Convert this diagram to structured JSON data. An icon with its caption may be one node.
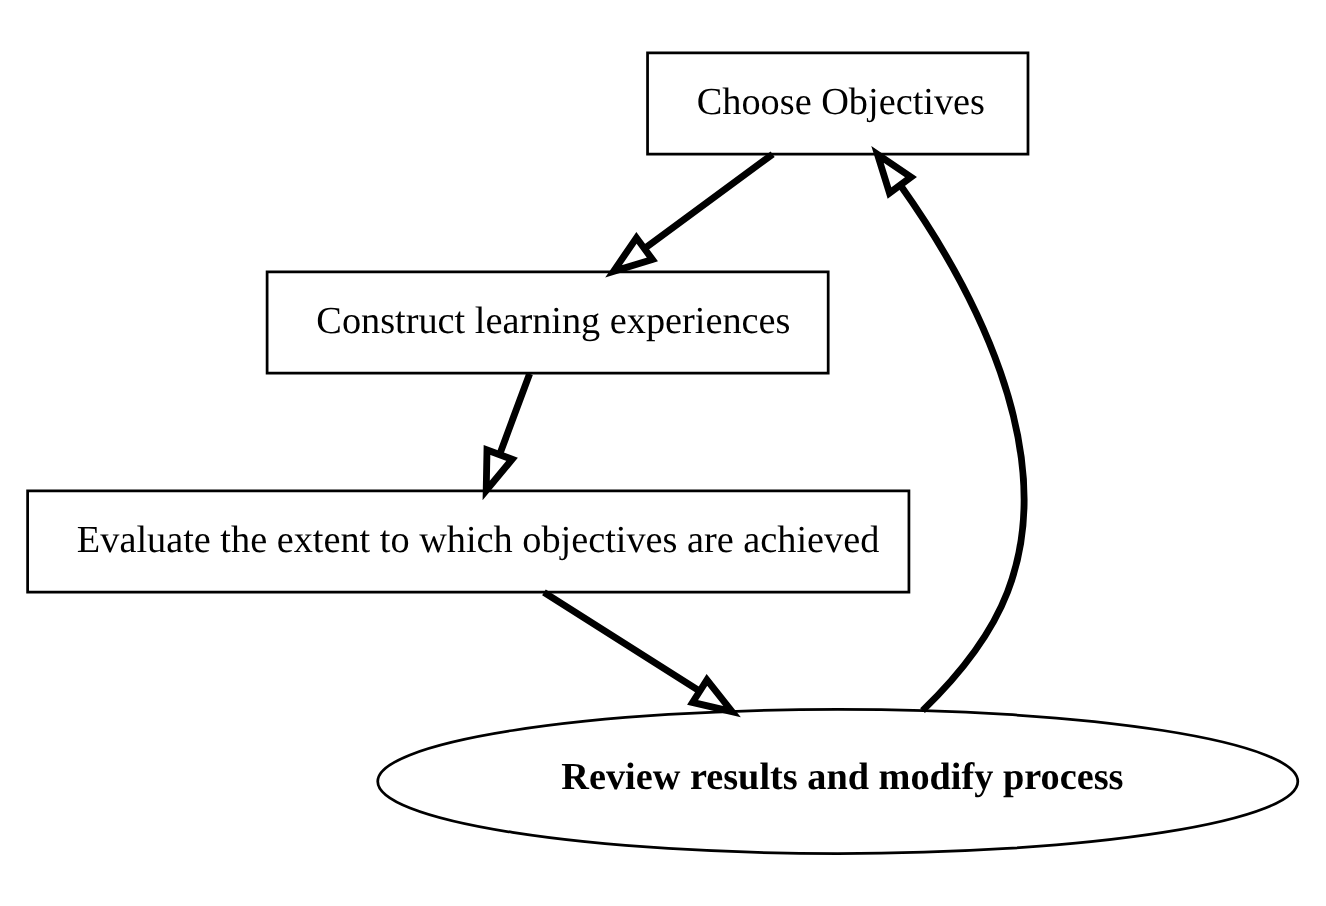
{
  "diagram": {
    "nodes": [
      {
        "text": [
          "Choose Objectives"
        ]
      },
      {
        "text": [
          "Construct learning experiences"
        ]
      },
      {
        "text": [
          "Evaluate the extent to which objectives are achieved"
        ]
      },
      {
        "text": [
          "Review results and modify process"
        ]
      }
    ],
    "edges": [
      {
        "from": 0,
        "to": 1,
        "arrow": "to"
      },
      {
        "from": 1,
        "to": 2,
        "arrow": "to"
      },
      {
        "from": 2,
        "to": 3,
        "arrow": "to"
      },
      {
        "from": 3,
        "to": 0,
        "arrow": "to"
      }
    ]
  }
}
